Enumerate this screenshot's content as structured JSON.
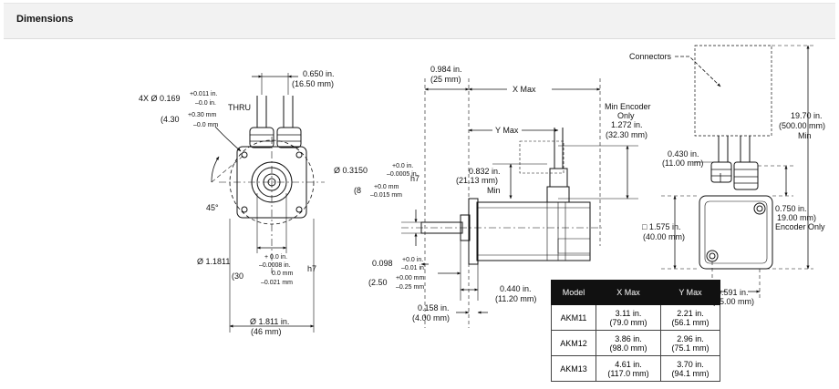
{
  "header": {
    "title": "Dimensions"
  },
  "left_view": {
    "hole_label": "4X Ø 0.169",
    "hole_tol": [
      "+0.011 in.",
      "–0.0 in."
    ],
    "hole_mm": "(4.30",
    "hole_mm_tol": [
      "+0.30 mm",
      "–0.0 mm"
    ],
    "thru": "THRU",
    "cable_spacing": [
      "0.650 in.",
      "(16.50 mm)"
    ],
    "angle": "45°",
    "shaft_dia": "Ø 1.1811",
    "shaft_dia_tol": [
      "+ 0.0 in.",
      "–0.0008 in."
    ],
    "shaft_mm": "(30",
    "shaft_mm_tol": [
      "0.0 mm",
      "–0.021 mm"
    ],
    "shaft_fit": "h7",
    "body_dia": [
      "Ø 1.811 in.",
      "(46 mm)"
    ]
  },
  "side_view": {
    "flange": [
      "0.984 in.",
      "(25 mm)"
    ],
    "x_max": "X Max",
    "y_max": "Y Max",
    "encoder_height": [
      "Min Encoder",
      "Only",
      "1.272 in.",
      "(32.30 mm)"
    ],
    "shaft_main": "Ø 0.3150",
    "shaft_main_tol": [
      "+0.0 in.",
      "–0.0005 in."
    ],
    "shaft_main_fit": "h7",
    "shaft_main_mm": "(8",
    "shaft_main_mm_tol": [
      "+0.0 mm",
      "–0.015 mm"
    ],
    "connector_min": [
      "0.832 in.",
      "(21.13 mm)",
      "Min"
    ],
    "key": "0.098",
    "key_tol": [
      "+0.0 in.",
      "–0.01 in."
    ],
    "key_mm": "(2.50",
    "key_mm_tol": [
      "+0.00 mm",
      "–0.25 mm"
    ],
    "pilot_len": [
      "0.440 in.",
      "(11.20 mm)"
    ],
    "flange_thk": [
      "0.158 in.",
      "(4.00 mm)"
    ]
  },
  "rear_view": {
    "connectors": "Connectors",
    "overall": [
      "19.70 in.",
      "(500.00 mm)",
      "Min"
    ],
    "connector_h": [
      "0.430 in.",
      "(11.00 mm)"
    ],
    "encoder_h": [
      "0.750 in.",
      "19.00 mm)",
      "Encoder Only"
    ],
    "square": [
      "□ 1.575 in.",
      "(40.00 mm)"
    ],
    "offset": [
      "0.591 in.",
      "(15.00 mm)"
    ]
  },
  "table": {
    "headers": [
      "Model",
      "X Max",
      "Y Max"
    ],
    "rows": [
      {
        "model": "AKM11",
        "x": [
          "3.11 in.",
          "(79.0 mm)"
        ],
        "y": [
          "2.21 in.",
          "(56.1 mm)"
        ]
      },
      {
        "model": "AKM12",
        "x": [
          "3.86 in.",
          "(98.0 mm)"
        ],
        "y": [
          "2.96 in.",
          "(75.1 mm)"
        ]
      },
      {
        "model": "AKM13",
        "x": [
          "4.61 in.",
          "(117.0 mm)"
        ],
        "y": [
          "3.70 in.",
          "(94.1 mm)"
        ]
      }
    ]
  }
}
